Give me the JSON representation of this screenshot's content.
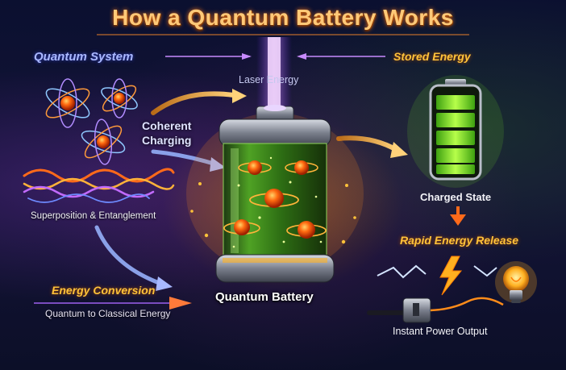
{
  "title": "How a Quantum Battery Works",
  "labels": {
    "quantum_system": "Quantum System",
    "laser_energy": "Laser Energy",
    "stored_energy": "Stored Energy",
    "coherent": "Coherent",
    "charging": "Charging",
    "superposition": "Superposition & Entanglement",
    "charged_state": "Charged State",
    "rapid_release": "Rapid Energy Release",
    "energy_conversion": "Energy Conversion",
    "quantum_to_classical": "Quantum to Classical Energy",
    "quantum_battery": "Quantum Battery",
    "instant_power": "Instant Power Output"
  },
  "colors": {
    "title": "#ffc978",
    "heading_blue": "#aab8ff",
    "heading_gold": "#ffc23a",
    "laser_beam": "#b45cff",
    "battery_green": "#6fe02a",
    "orbit_gold": "#ffb43a",
    "atom_core": "#ff5a12"
  },
  "icons": [
    "atom-icon",
    "energy-wave-icon",
    "laser-beam-icon",
    "green-battery-icon",
    "lightning-bolt-icon",
    "light-bulb-icon",
    "power-plug-icon"
  ]
}
